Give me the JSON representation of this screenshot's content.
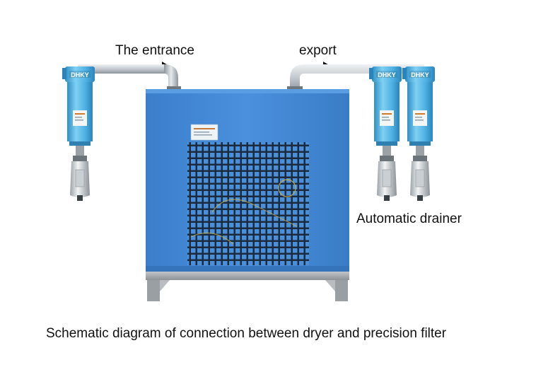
{
  "labels": {
    "entrance": "The entrance",
    "export": "export",
    "drainer": "Automatic drainer",
    "caption": "Schematic diagram of connection between dryer and precision filter"
  },
  "brand": {
    "filter_logo": "DHKY"
  },
  "colors": {
    "cabinet_blue": "#3f86d2",
    "filter_blue": "#58b8e6",
    "pipe_silver": "#c9ced3",
    "base_gray": "#a9adb1",
    "arrow": "#111111"
  },
  "icons": {
    "flow_arrow": "arrow-right-icon"
  }
}
